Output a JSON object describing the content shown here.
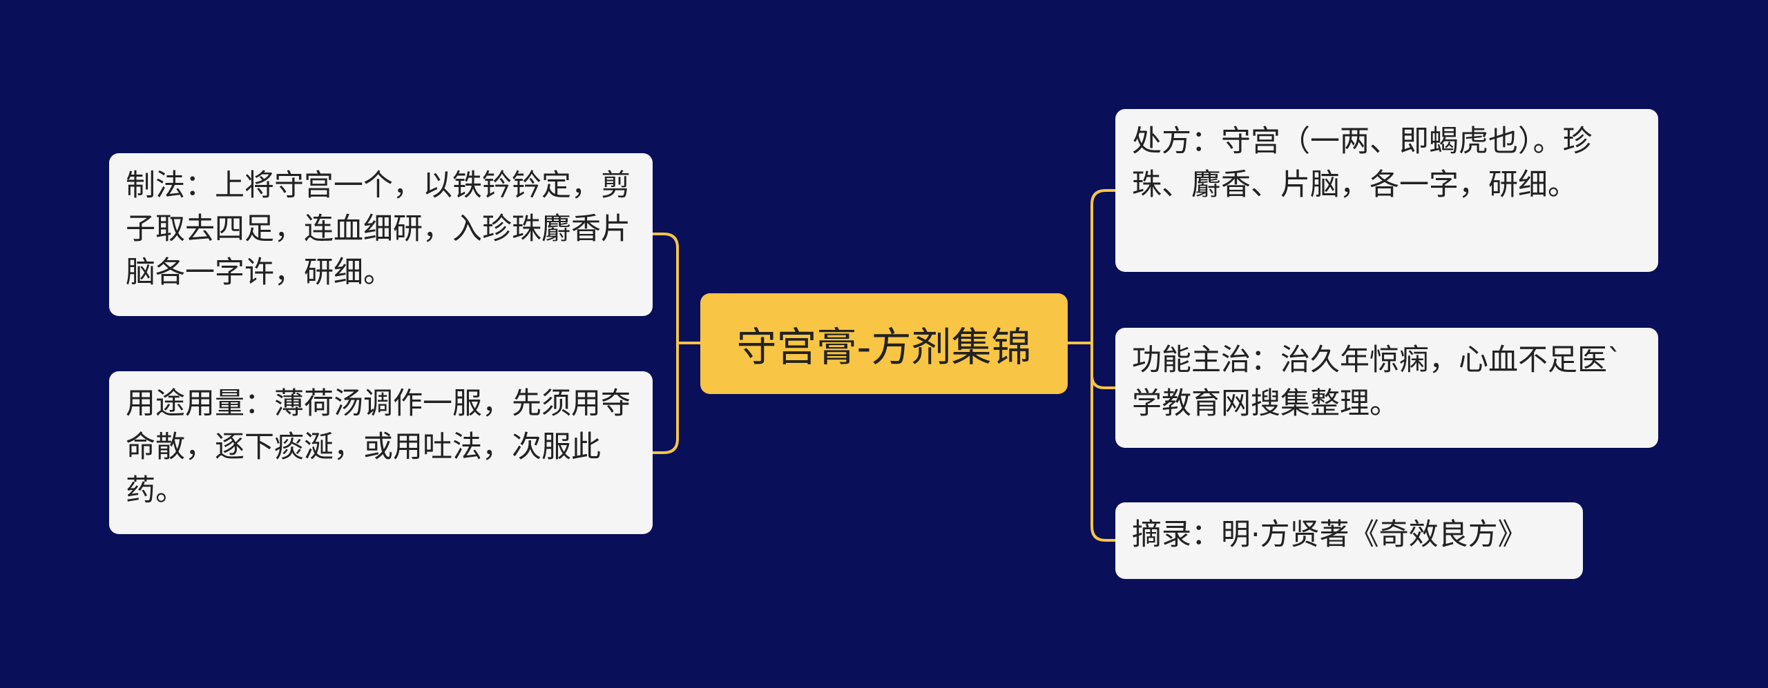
{
  "colors": {
    "background": "#0a0f5a",
    "root_fill": "#f8c545",
    "node_fill": "#f5f5f5",
    "connector": "#f8c545",
    "text": "#222222"
  },
  "root": {
    "label": "守宫膏-方剂集锦"
  },
  "left_branches": [
    {
      "text": "制法：上将守宫一个，以铁钤钤定，剪子取去四足，连血细研，入珍珠麝香片脑各一字许，研细。"
    },
    {
      "text": "用途用量：薄荷汤调作一服，先须用夺命散，逐下痰涎，或用吐法，次服此药。"
    }
  ],
  "right_branches": [
    {
      "text": "处方：守宫（一两、即蝎虎也）。珍珠、麝香、片脑，各一字，研细。"
    },
    {
      "text": "功能主治：治久年惊痫，心血不足医`学教育网搜集整理。"
    },
    {
      "text": "摘录：明·方贤著《奇效良方》"
    }
  ]
}
